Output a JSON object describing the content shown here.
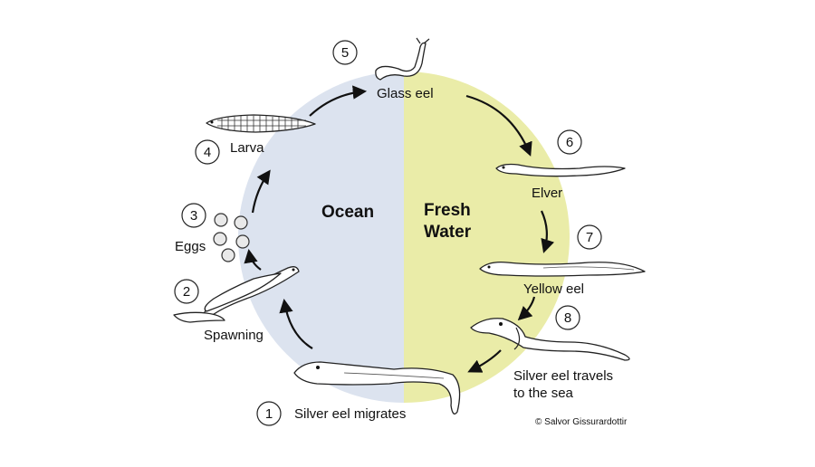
{
  "diagram": {
    "zones": {
      "ocean": "Ocean",
      "fresh_line1": "Fresh",
      "fresh_line2": "Water"
    },
    "colors": {
      "ocean": "#dce3ef",
      "fresh_water": "#eaeca8",
      "background": "#ffffff",
      "ink": "#111111"
    },
    "stages": [
      {
        "number": "1",
        "label_lines": [
          "Silver eel migrates"
        ]
      },
      {
        "number": "2",
        "label_lines": [
          "Spawning"
        ]
      },
      {
        "number": "3",
        "label_lines": [
          "Eggs"
        ]
      },
      {
        "number": "4",
        "label_lines": [
          "Larva"
        ]
      },
      {
        "number": "5",
        "label_lines": [
          "Glass eel"
        ]
      },
      {
        "number": "6",
        "label_lines": [
          "Elver"
        ]
      },
      {
        "number": "7",
        "label_lines": [
          "Yellow eel"
        ]
      },
      {
        "number": "8",
        "label_lines": [
          "Silver eel travels",
          "to the sea"
        ]
      }
    ],
    "credit": "© Salvor  Gissurardottir"
  }
}
